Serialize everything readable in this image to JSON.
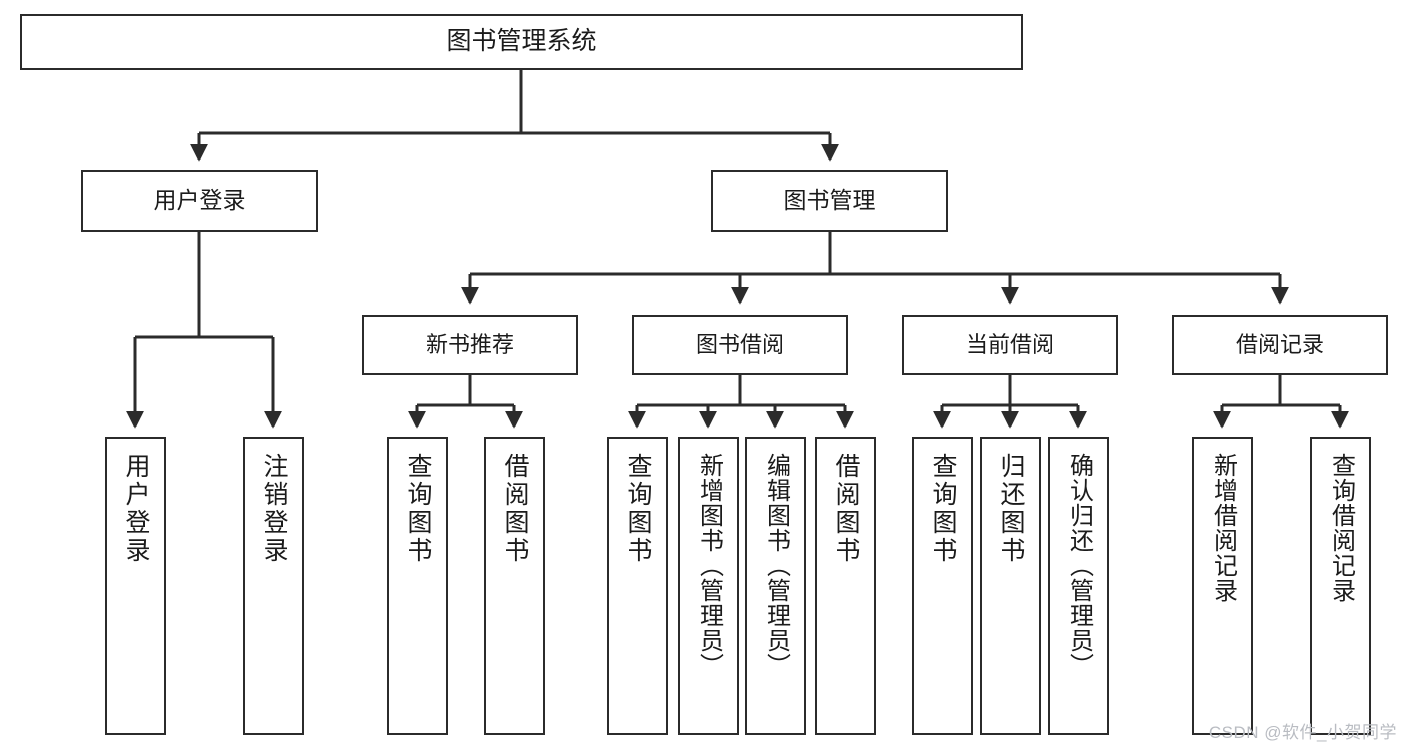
{
  "diagram": {
    "title": "图书管理系统",
    "type": "tree-hierarchy",
    "colors": {
      "box_border": "#2b2b2b",
      "box_fill": "#ffffff",
      "connector": "#2b2b2b",
      "watermark": "#b9bcc2",
      "background": "#ffffff"
    },
    "root": {
      "label": "图书管理系统"
    },
    "level2": [
      {
        "id": "user-login",
        "label": "用户登录"
      },
      {
        "id": "book-manage",
        "label": "图书管理"
      }
    ],
    "level3": [
      {
        "id": "new-book-recommend",
        "label": "新书推荐",
        "parent": "book-manage"
      },
      {
        "id": "book-borrow",
        "label": "图书借阅",
        "parent": "book-manage"
      },
      {
        "id": "current-borrow",
        "label": "当前借阅",
        "parent": "book-manage"
      },
      {
        "id": "borrow-record",
        "label": "借阅记录",
        "parent": "book-manage"
      }
    ],
    "leaves": [
      {
        "id": "leaf-user-login",
        "label": "用户登录",
        "parent": "user-login"
      },
      {
        "id": "leaf-logout-login",
        "label": "注销登录",
        "parent": "user-login"
      },
      {
        "id": "leaf-query-book-1",
        "label": "查询图书",
        "parent": "new-book-recommend"
      },
      {
        "id": "leaf-borrow-book-1",
        "label": "借阅图书",
        "parent": "new-book-recommend"
      },
      {
        "id": "leaf-query-book-2",
        "label": "查询图书",
        "parent": "book-borrow"
      },
      {
        "id": "leaf-add-book",
        "label": "新增图书（管理员）",
        "parent": "book-borrow"
      },
      {
        "id": "leaf-edit-book",
        "label": "编辑图书（管理员）",
        "parent": "book-borrow"
      },
      {
        "id": "leaf-borrow-book-2",
        "label": "借阅图书",
        "parent": "book-borrow"
      },
      {
        "id": "leaf-query-book-3",
        "label": "查询图书",
        "parent": "current-borrow"
      },
      {
        "id": "leaf-return-book",
        "label": "归还图书",
        "parent": "current-borrow"
      },
      {
        "id": "leaf-confirm-return",
        "label": "确认归还（管理员）",
        "parent": "current-borrow"
      },
      {
        "id": "leaf-add-record",
        "label": "新增借阅记录",
        "parent": "borrow-record"
      },
      {
        "id": "leaf-query-record",
        "label": "查询借阅记录",
        "parent": "borrow-record"
      }
    ],
    "watermark": "CSDN @软件_小贺同学"
  }
}
